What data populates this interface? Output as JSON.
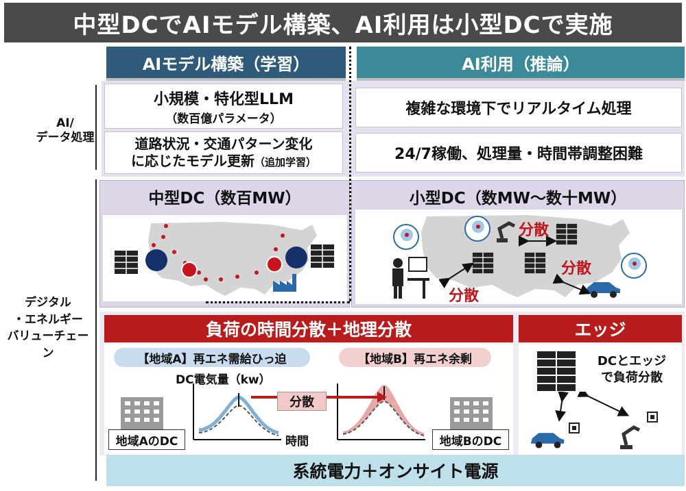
{
  "title": "中型DCでAIモデル構築、AI利用は小型DCで実施",
  "columns": {
    "left_header": "AIモデル構築（学習）",
    "right_header": "AI利用（推論）"
  },
  "row_labels": {
    "ai_data": "AI/\nデータ処理",
    "digital_energy": "デジタル\n・エネルギー\nバリューチェーン"
  },
  "ai_data": {
    "left_box1_line1": "小規模・特化型LLM",
    "left_box1_line2": "（数百億パラメータ）",
    "left_box2_line1": "道路状況・交通パターン変化",
    "left_box2_line2": "に応じたモデル更新",
    "left_box2_suffix": "（追加学習）",
    "right_box1": "複雑な環境下でリアルタイム処理",
    "right_box2": "24/7稼働、処理量・時間帯調整困難"
  },
  "dc": {
    "mid_title": "中型DC（数百MW）",
    "small_title": "小型DC（数MW～数十MW）",
    "distribute_1": "分散",
    "distribute_2": "分散",
    "distribute_3": "分散"
  },
  "load": {
    "header": "負荷の時間分散＋地理分散",
    "region_a_pill": "【地域A】再エネ需給ひっ迫",
    "region_b_pill": "【地域B】再エネ余剰",
    "y_axis_label": "DC電気量（kw）",
    "x_axis_label": "時間",
    "shift_label": "分散",
    "dc_a_label": "地域AのDC",
    "dc_b_label": "地域BのDC"
  },
  "edge": {
    "header": "エッジ",
    "text_line1": "DCとエッジ",
    "text_line2": "で負荷分散"
  },
  "bottom": "系統電力＋オンサイト電源",
  "colors": {
    "title_bg": "#4a4a4a",
    "left_header_bg": "#2f5a7a",
    "right_header_bg": "#3b8a99",
    "panel_bg": "#dcd6e8",
    "red_accent": "#b81c1c",
    "dc_dark": "#15306b",
    "dot_red": "#c8141c",
    "bottom_bg": "#bde0ea"
  }
}
